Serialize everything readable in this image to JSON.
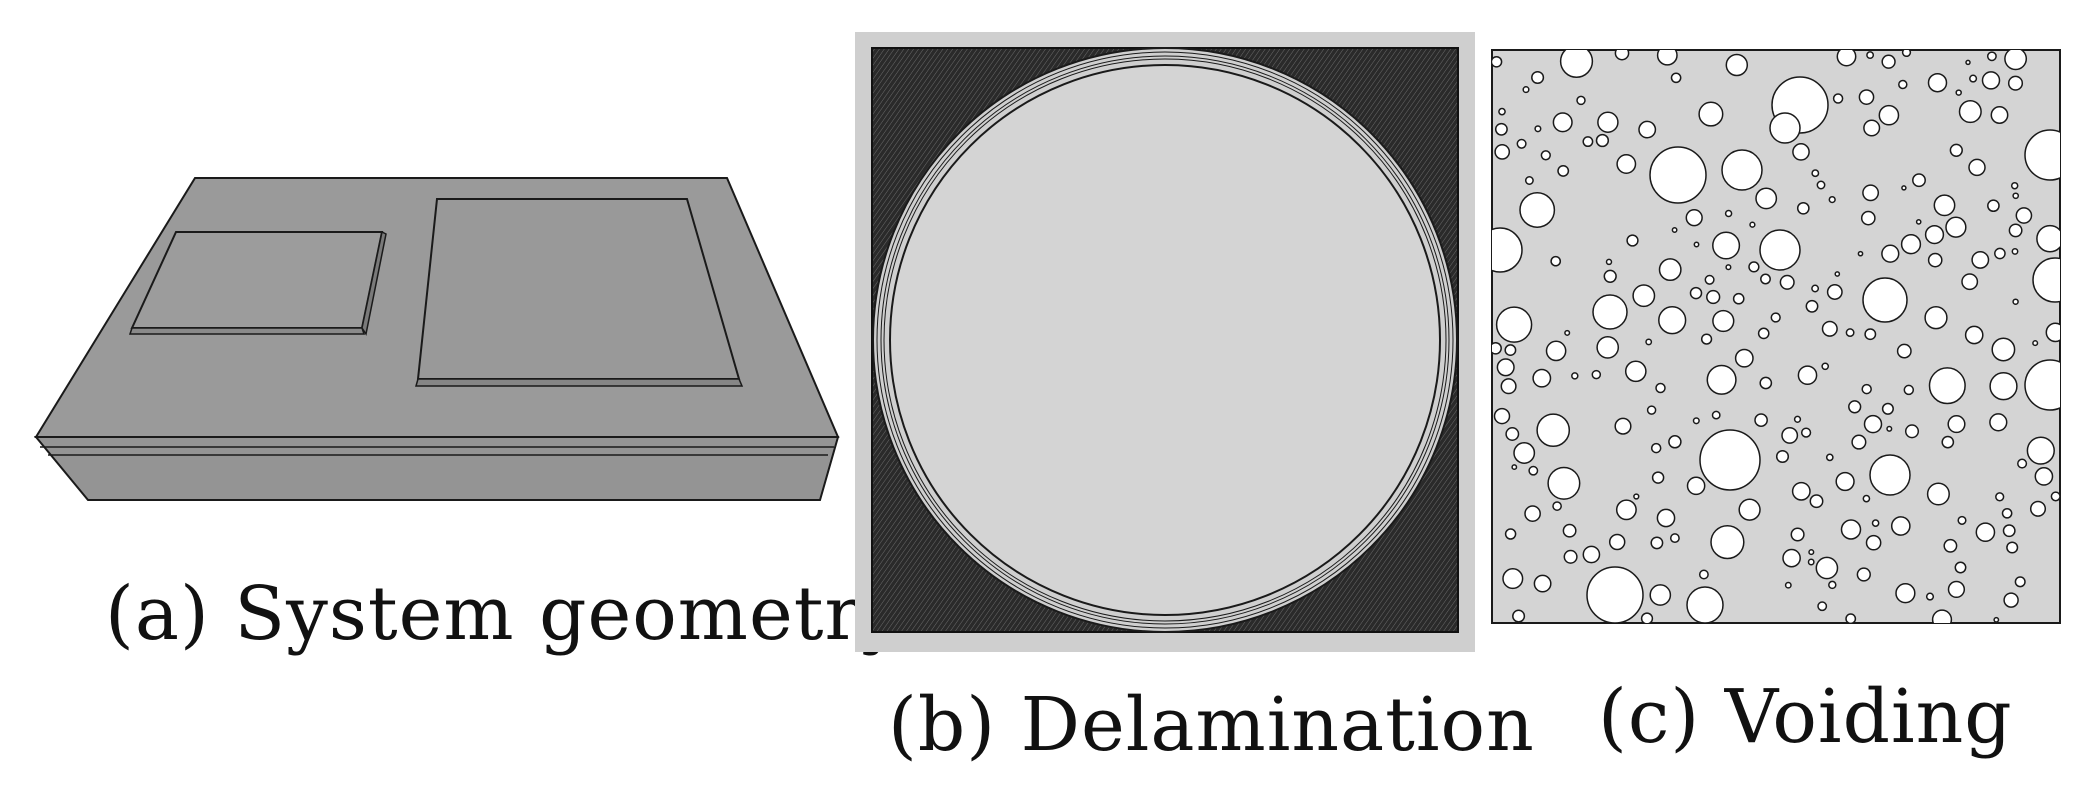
{
  "panels": [
    {
      "caption": "(a) System geometry"
    },
    {
      "caption": "(b) Delamination"
    },
    {
      "caption": "(c) Voiding"
    }
  ],
  "colors": {
    "mold_top": "#9a9a9a",
    "mold_front": "#949494",
    "mold_side": "#8c8c8c",
    "die_small": "#9c9c9c",
    "die_large": "#999999",
    "substrate": "#d4d4d4",
    "void_fill": "#ffffff",
    "edge_stroke": "#1a1a1a",
    "frame": "#cfcfcf"
  }
}
